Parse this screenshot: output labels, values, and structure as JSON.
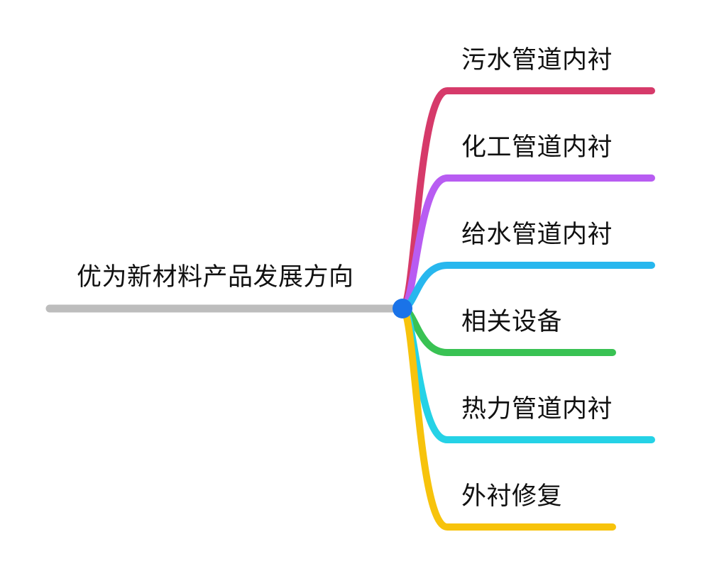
{
  "root": {
    "label": "优为新材料产品发展方向",
    "line_color": "#bdbdbd",
    "node_color": "#1a73e8"
  },
  "branches": [
    {
      "label": "污水管道内衬",
      "color": "#d63a6a"
    },
    {
      "label": "化工管道内衬",
      "color": "#b85cf2"
    },
    {
      "label": "给水管道内衬",
      "color": "#27b7ee"
    },
    {
      "label": "相关设备",
      "color": "#39c253"
    },
    {
      "label": "热力管道内衬",
      "color": "#25d2e6"
    },
    {
      "label": "外衬修复",
      "color": "#f7c30c"
    }
  ]
}
